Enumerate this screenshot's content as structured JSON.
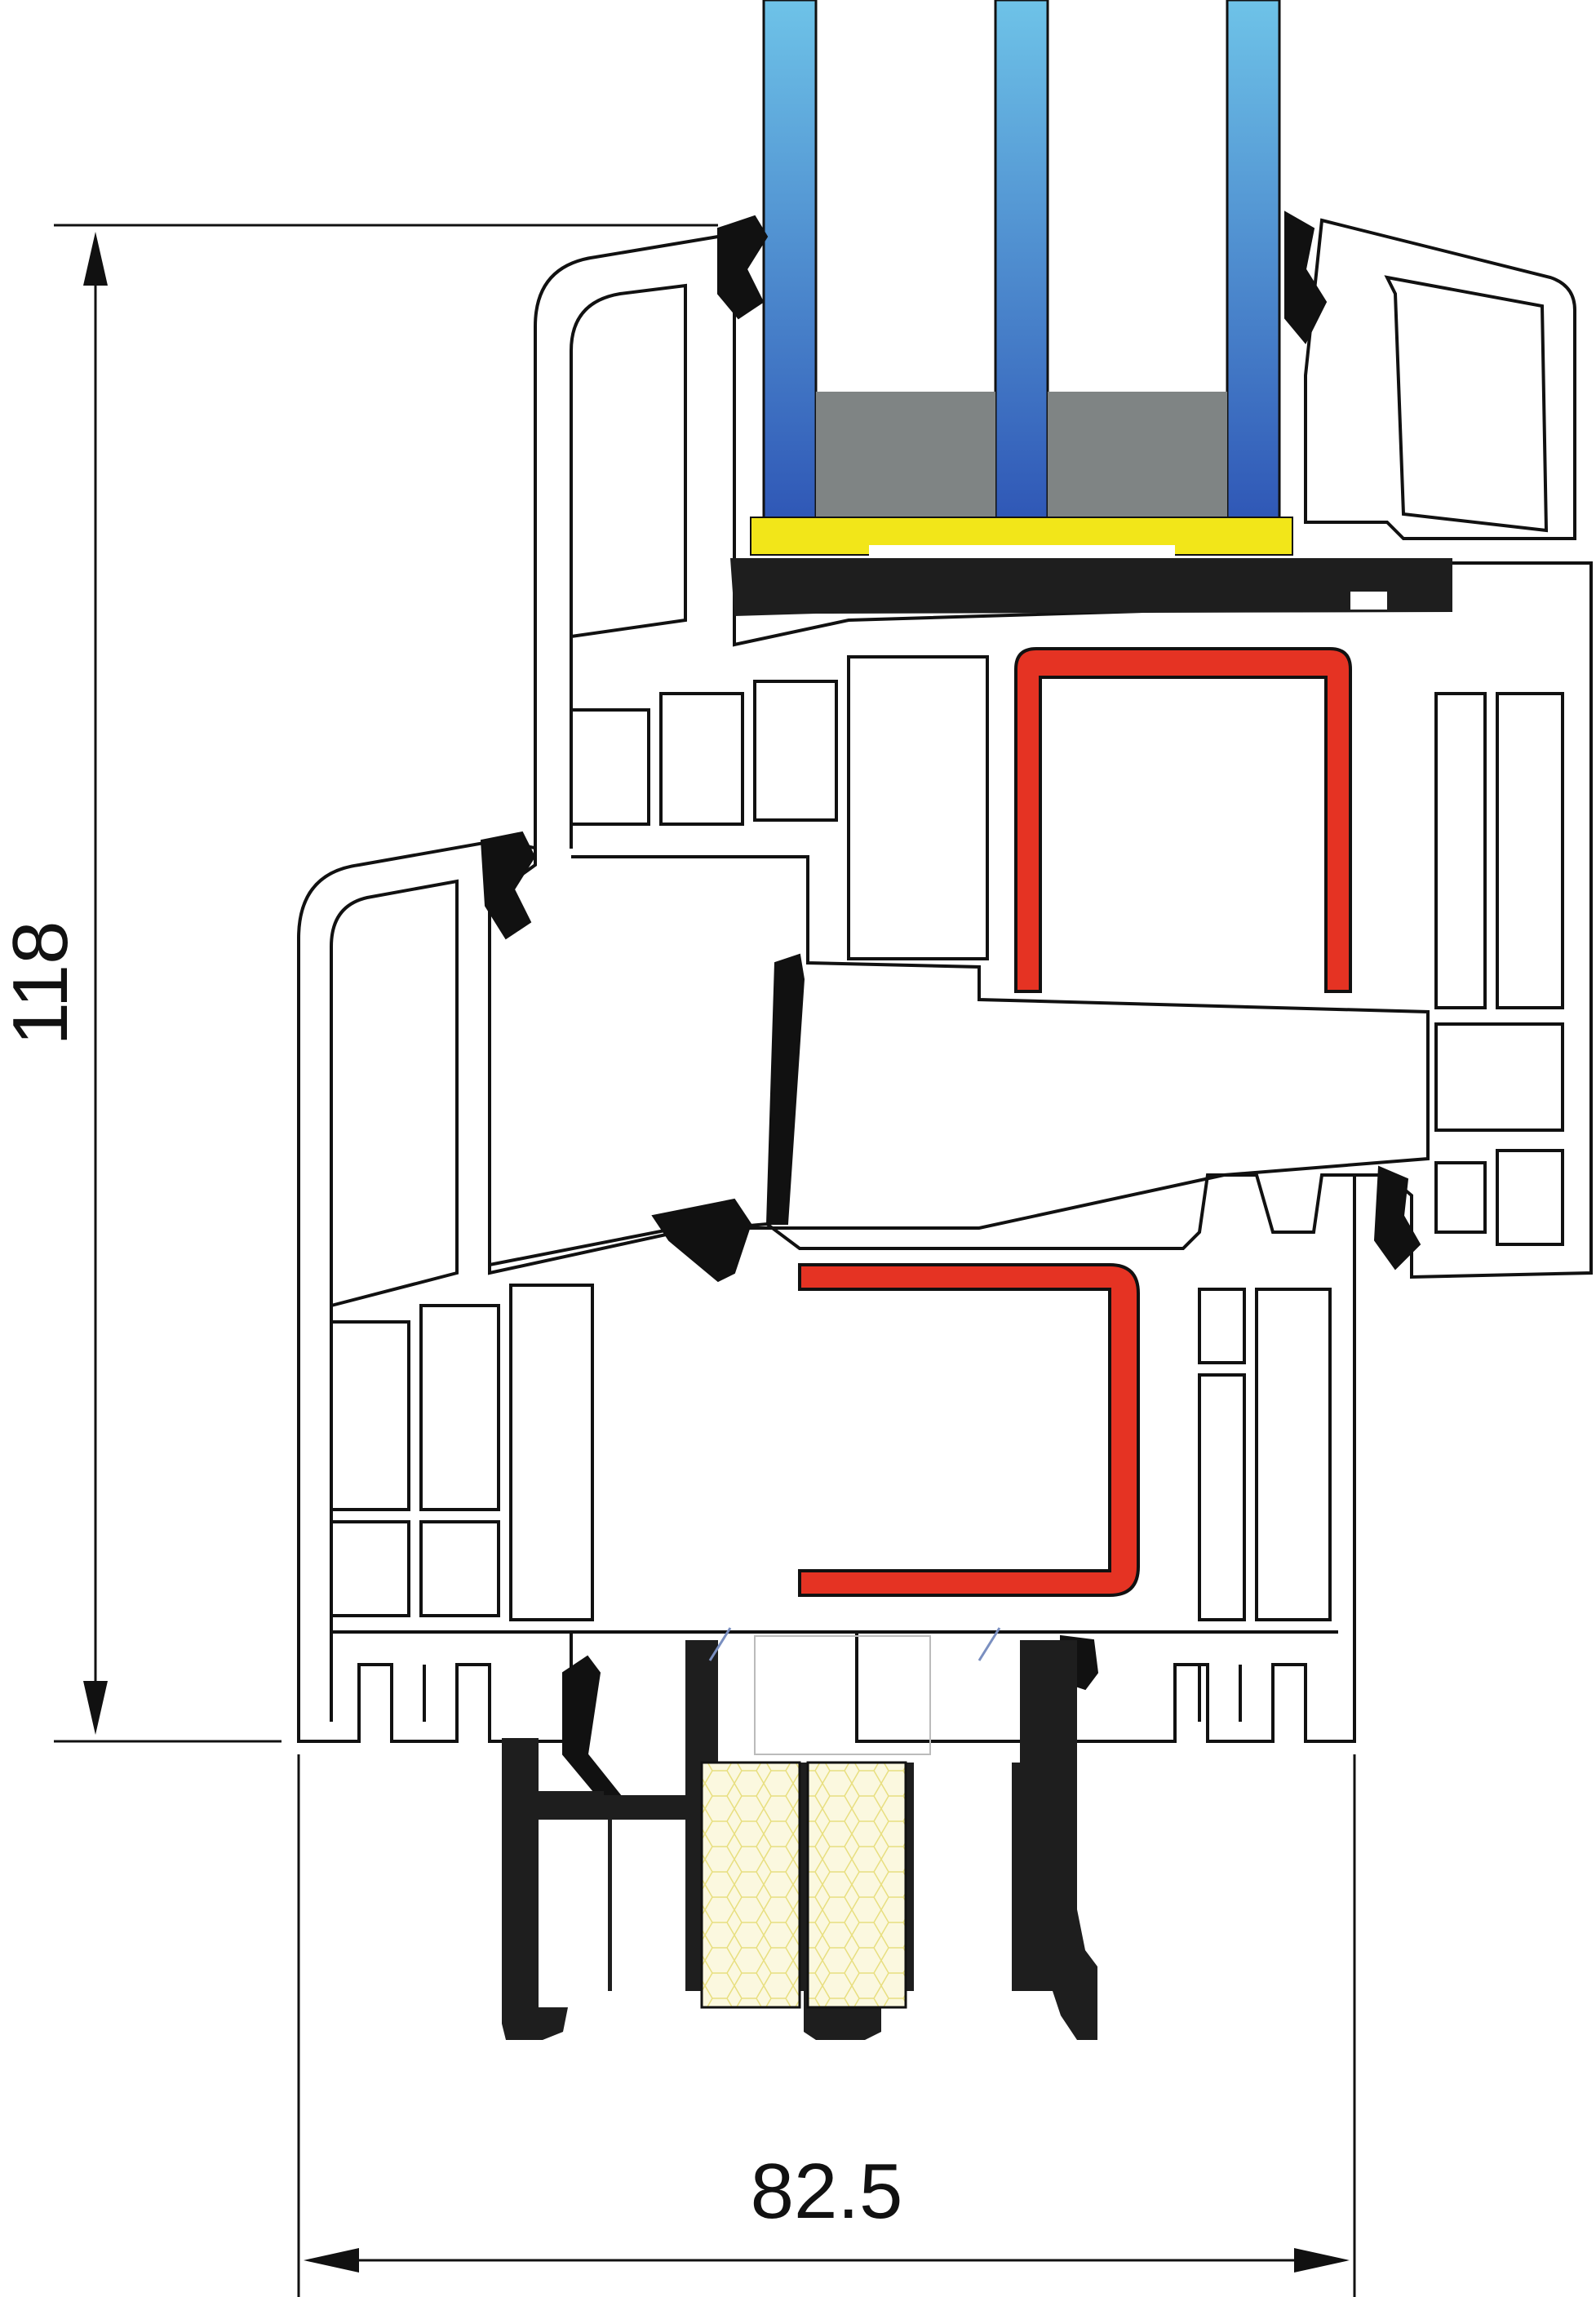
{
  "drawing": {
    "dimension_height_label": "118",
    "dimension_width_label": "82.5"
  },
  "colors": {
    "outline": "#111111",
    "profile_fill": "#ffffff",
    "glass_top": "#6ec3e8",
    "glass_bottom": "#2f57b6",
    "spacer": "#7f8484",
    "setting_block": "#f2e619",
    "reinforcement": "#e53323",
    "gasket": "#111111",
    "sill_profile": "#1e1e1e",
    "insulation": "#fbf8df"
  },
  "components": [
    "glass-pane",
    "spacer",
    "setting-block",
    "glazing-bead",
    "sash-profile",
    "frame-profile",
    "steel-reinforcement",
    "seal-gasket",
    "sill-profile",
    "insulation-core"
  ]
}
